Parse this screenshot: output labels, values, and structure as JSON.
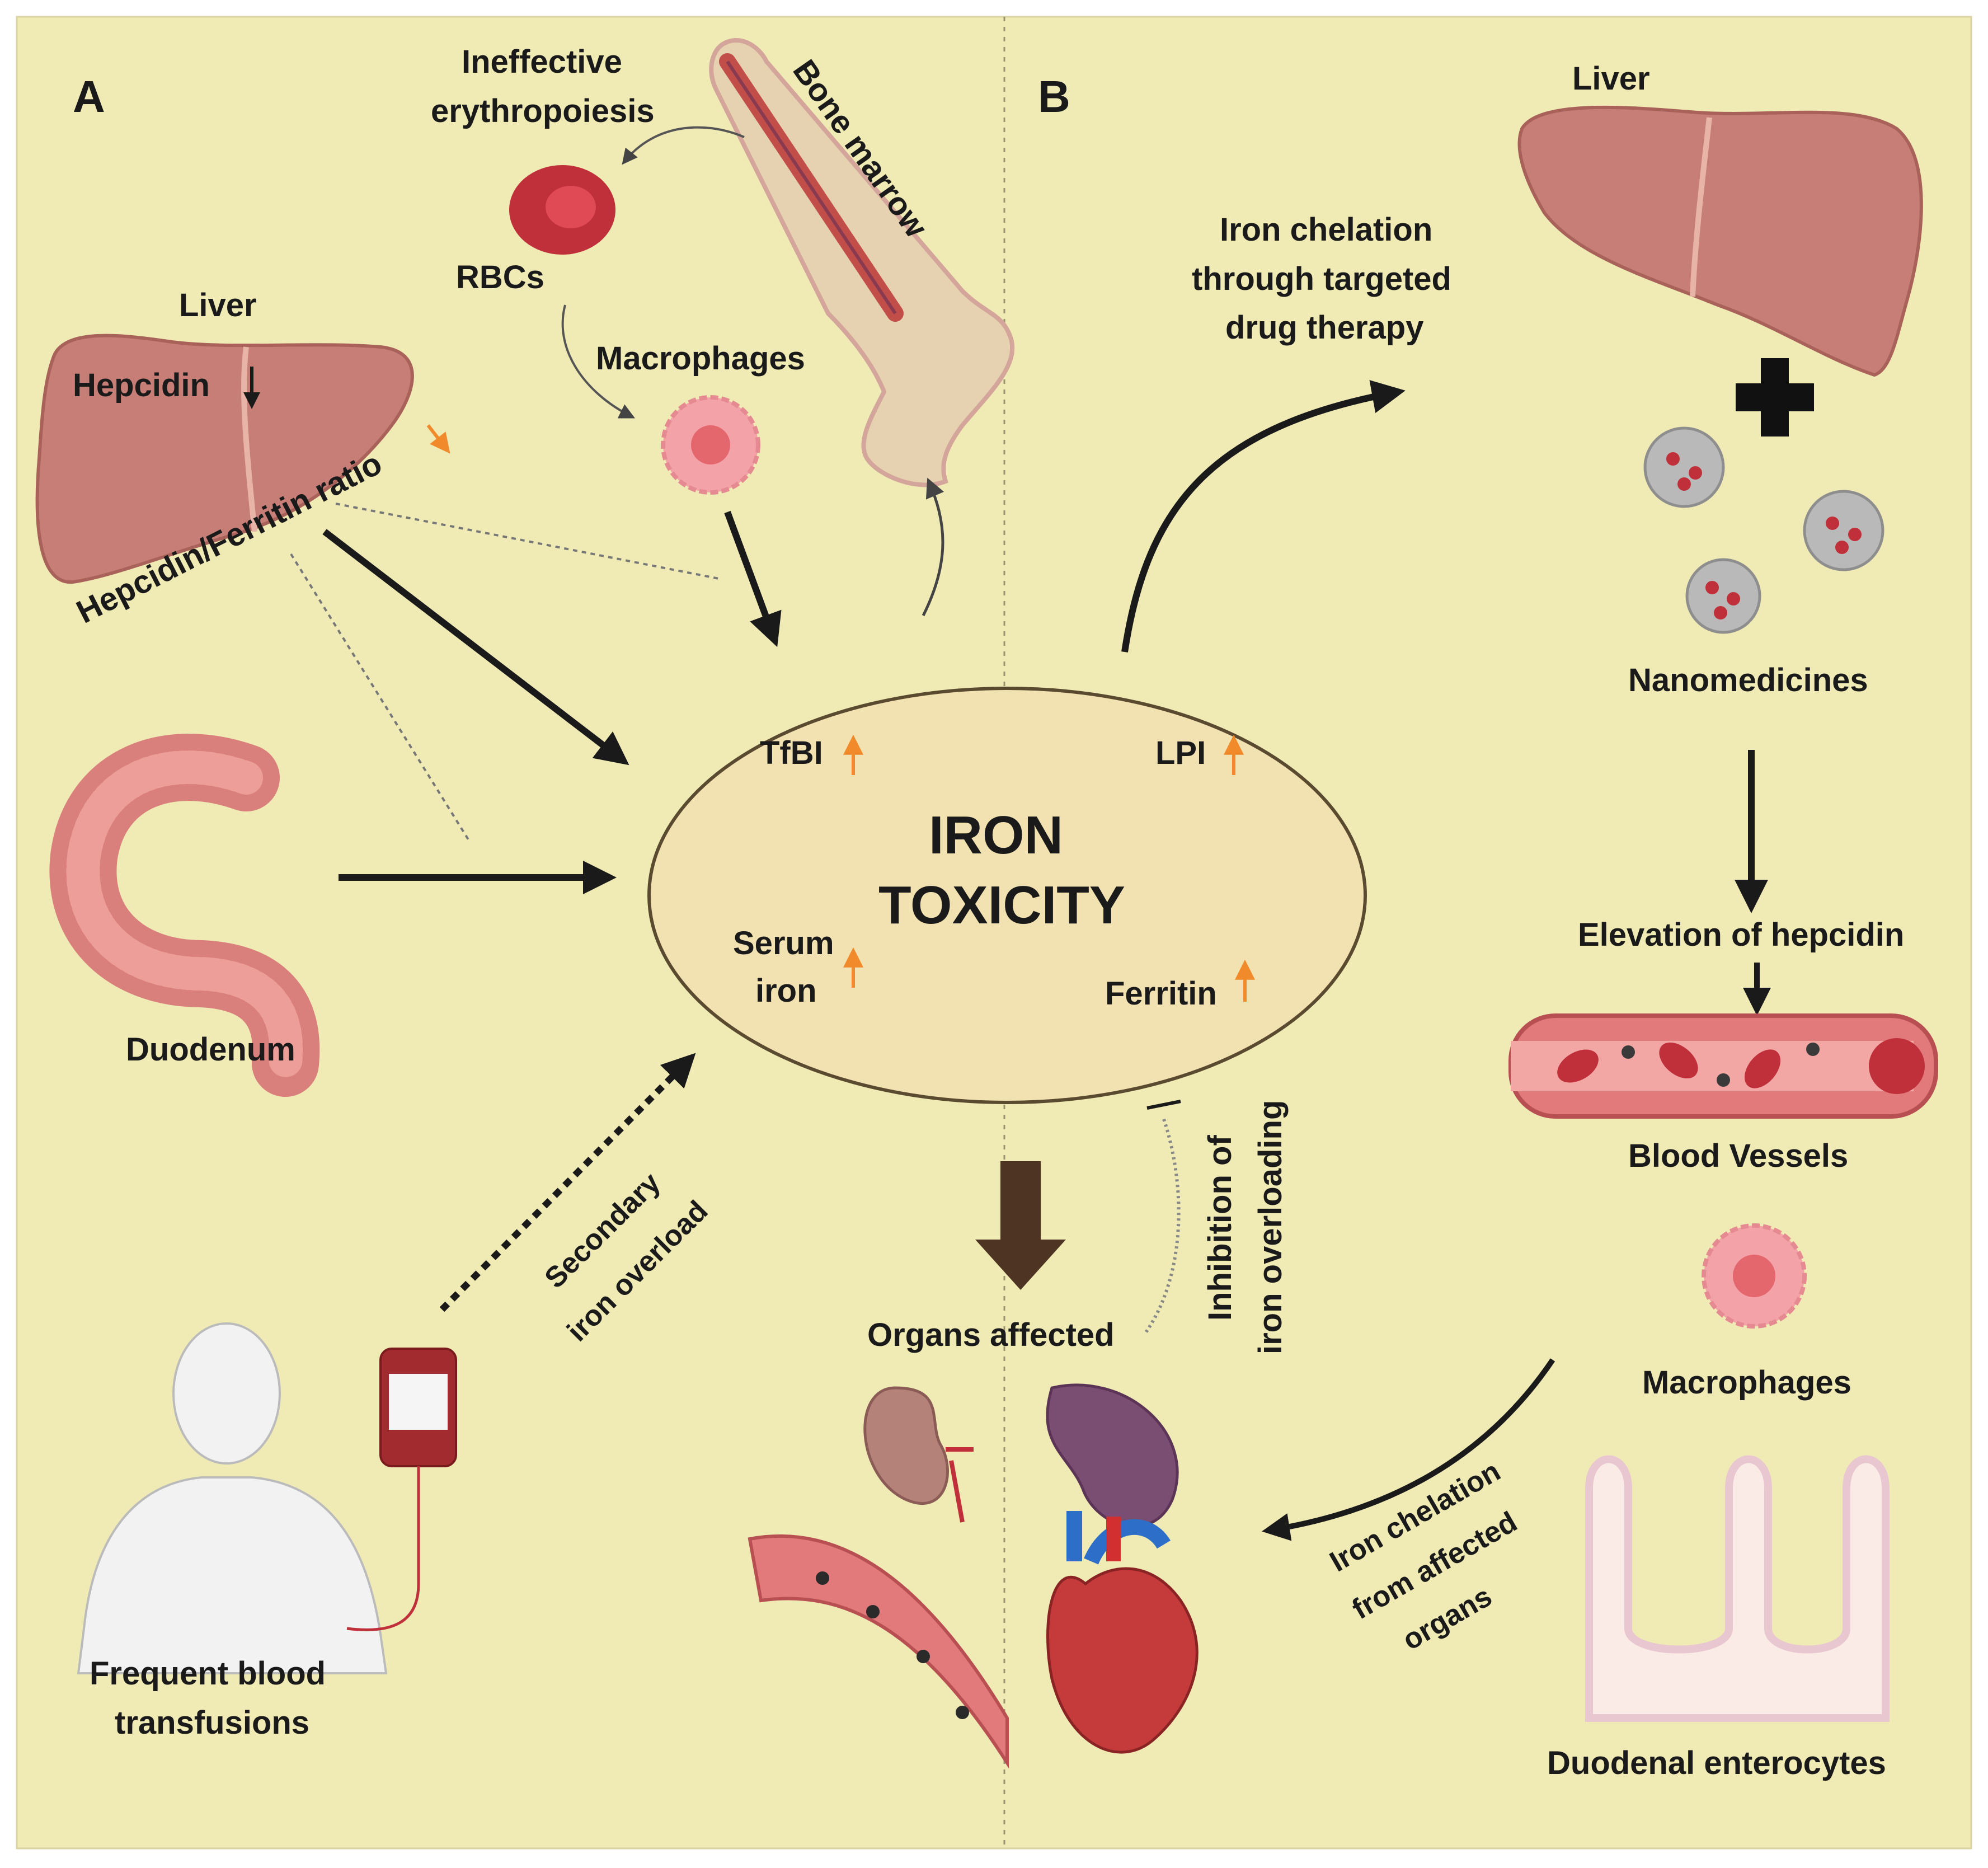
{
  "panel_a": {
    "letter": "A",
    "liver": "Liver",
    "hepcidin": "Hepcidin",
    "ratio": "Hepcidin/Ferritin ratio",
    "ineffective_1": "Ineffective",
    "ineffective_2": "erythropoiesis",
    "bone_marrow": "Bone marrow",
    "rbcs": "RBCs",
    "macrophages": "Macrophages",
    "duodenum": "Duodenum",
    "transfusion_1": "Frequent blood",
    "transfusion_2": "transfusions",
    "secondary_1": "Secondary",
    "secondary_2": "iron overload"
  },
  "center": {
    "title_1": "IRON",
    "title_2": "TOXICITY",
    "tfbi": "TfBI",
    "lpi": "LPI",
    "serum_1": "Serum",
    "serum_2": "iron",
    "ferritin": "Ferritin",
    "organs": "Organs affected",
    "inhibition_1": "Inhibition of",
    "inhibition_2": "iron overloading"
  },
  "panel_b": {
    "letter": "B",
    "liver": "Liver",
    "chelation_1": "Iron chelation",
    "chelation_2": "through targeted",
    "chelation_3": "drug therapy",
    "nano": "Nanomedicines",
    "elevation": "Elevation of hepcidin",
    "vessels": "Blood Vessels",
    "macrophages": "Macrophages",
    "enterocytes": "Duodenal enterocytes",
    "chel_org_1": "Iron chelation",
    "chel_org_2": "from affected",
    "chel_org_3": "organs"
  },
  "colors": {
    "background": "#f0ebb5",
    "ellipse": "#f2e2b1",
    "liver": "#c77e76",
    "up_arrow": "#f08a2a",
    "down_arrow_brown": "#4e3423",
    "rbc": "#c0303a",
    "macrophage": "#f3a2a8"
  }
}
